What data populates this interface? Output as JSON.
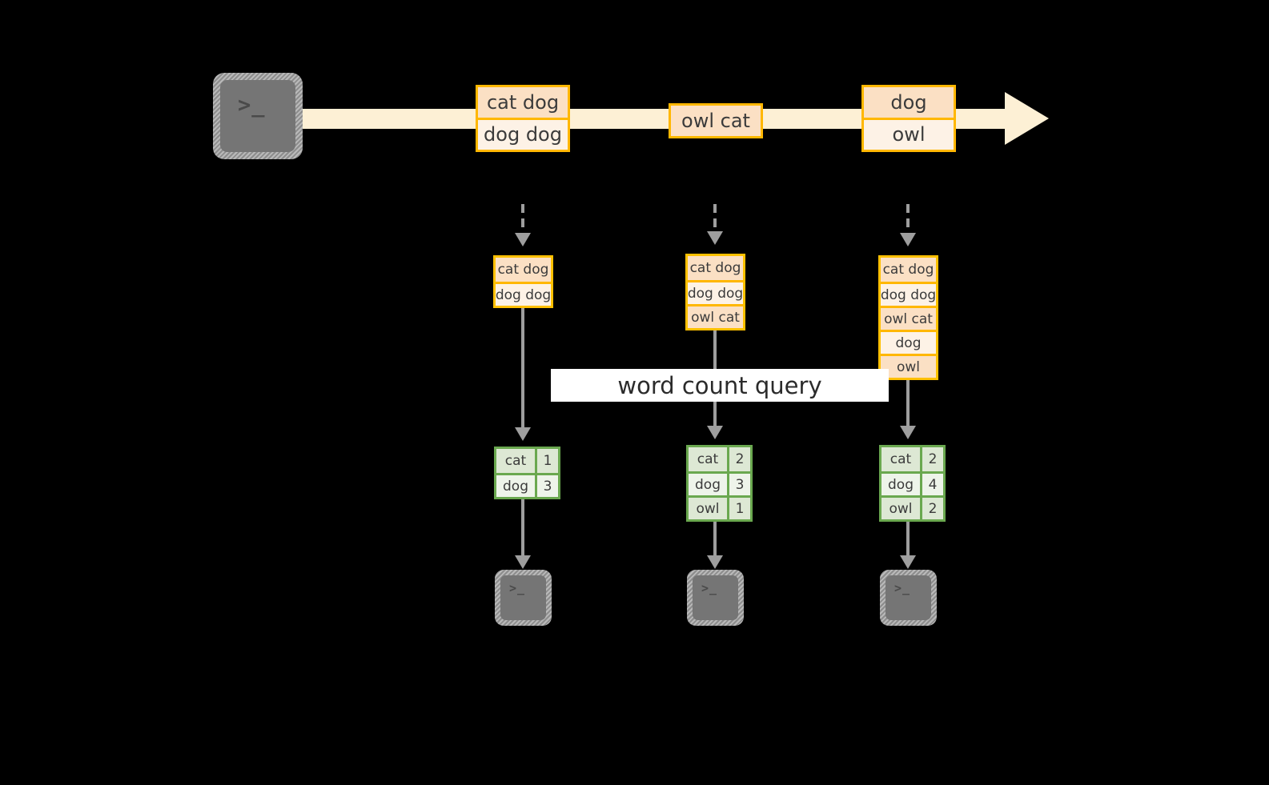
{
  "diagram": {
    "title_label": "word count query",
    "colors": {
      "stream": "#fdf0d5",
      "message_border": "#ffb700",
      "message_fill_dark": "#fbe0c4",
      "message_fill_light": "#fdf2e6",
      "result_border": "#6aa84f",
      "result_fill_dark": "#dde8d4",
      "result_fill_light": "#eef4ea",
      "connector": "#9e9e9e",
      "terminal": "#757575",
      "label_bg": "#ffffff",
      "background": "#000000"
    },
    "producer": {
      "icon": "terminal-icon",
      "glyph": ">_"
    },
    "stream_messages": [
      {
        "id": "m1",
        "lines": [
          "cat dog",
          "dog dog"
        ]
      },
      {
        "id": "m2",
        "lines": [
          "owl cat"
        ]
      },
      {
        "id": "m3",
        "lines": [
          "dog",
          "owl"
        ]
      }
    ],
    "columns": [
      {
        "id": "col1",
        "state_lines": [
          "cat dog",
          "dog dog"
        ],
        "result_header": null,
        "result_rows": [
          {
            "key": "cat",
            "value": "1"
          },
          {
            "key": "dog",
            "value": "3"
          }
        ],
        "consumer": {
          "icon": "terminal-icon",
          "glyph": ">_"
        }
      },
      {
        "id": "col2",
        "state_lines": [
          "cat dog",
          "dog dog",
          "owl cat"
        ],
        "result_header": null,
        "result_rows": [
          {
            "key": "cat",
            "value": "2"
          },
          {
            "key": "dog",
            "value": "3"
          },
          {
            "key": "owl",
            "value": "1"
          }
        ],
        "consumer": {
          "icon": "terminal-icon",
          "glyph": ">_"
        }
      },
      {
        "id": "col3",
        "state_lines": [
          "cat dog",
          "dog dog",
          "owl cat",
          "dog",
          "owl"
        ],
        "result_header": null,
        "result_rows": [
          {
            "key": "cat",
            "value": "2"
          },
          {
            "key": "dog",
            "value": "4"
          },
          {
            "key": "owl",
            "value": "2"
          }
        ],
        "consumer": {
          "icon": "terminal-icon",
          "glyph": ">_"
        }
      }
    ]
  }
}
